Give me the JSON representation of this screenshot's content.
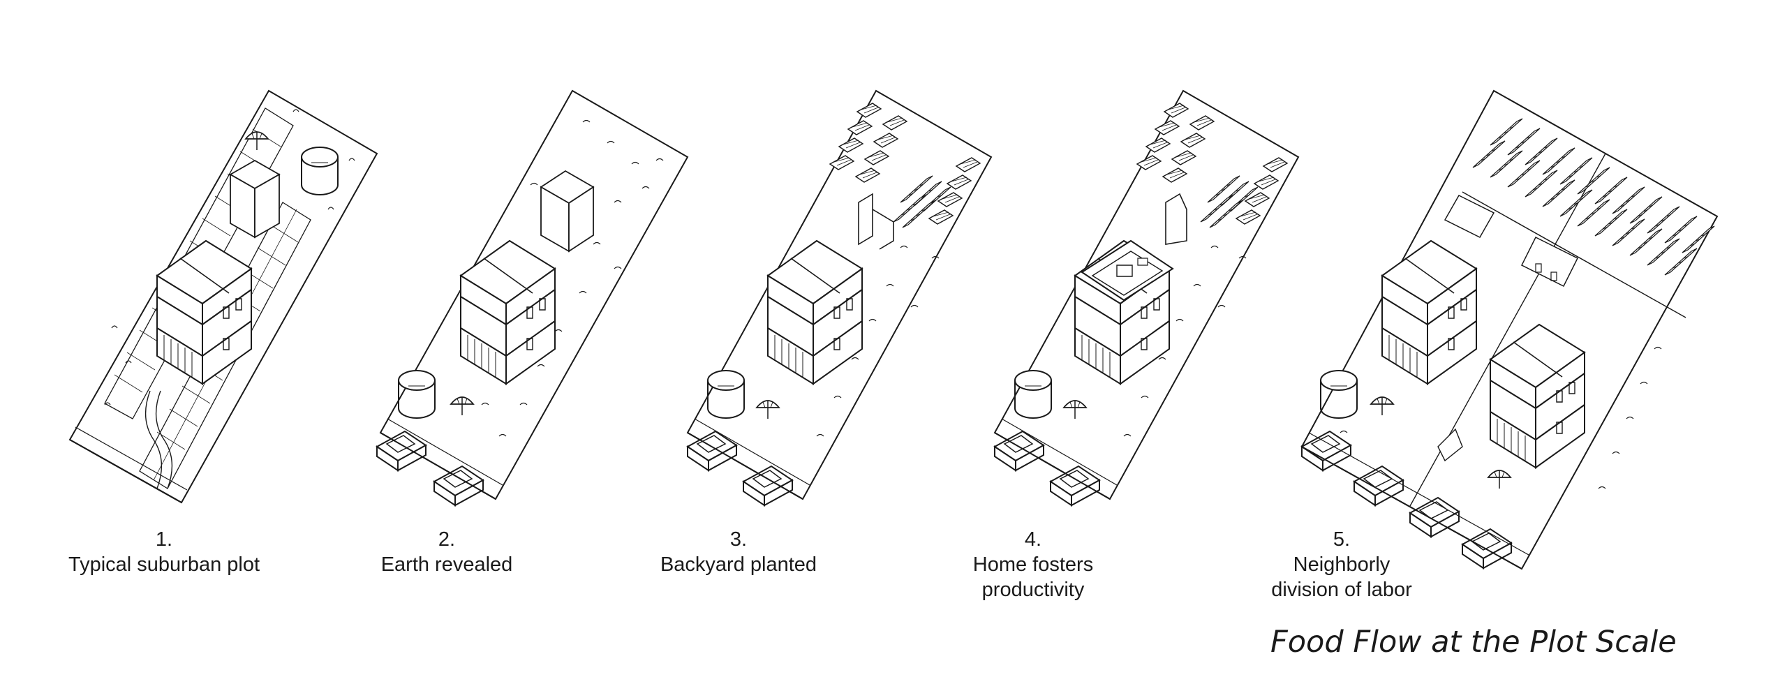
{
  "title": "Food Flow at the Plot Scale",
  "colors": {
    "line": "#1a1a1a",
    "background": "#ffffff"
  },
  "stages": [
    {
      "number": "1.",
      "lines": [
        "Typical suburban plot"
      ]
    },
    {
      "number": "2.",
      "lines": [
        "Earth revealed"
      ]
    },
    {
      "number": "3.",
      "lines": [
        "Backyard planted"
      ]
    },
    {
      "number": "4.",
      "lines": [
        "Home fosters",
        "productivity"
      ]
    },
    {
      "number": "5.",
      "lines": [
        "Neighborly",
        "division of labor"
      ]
    }
  ]
}
